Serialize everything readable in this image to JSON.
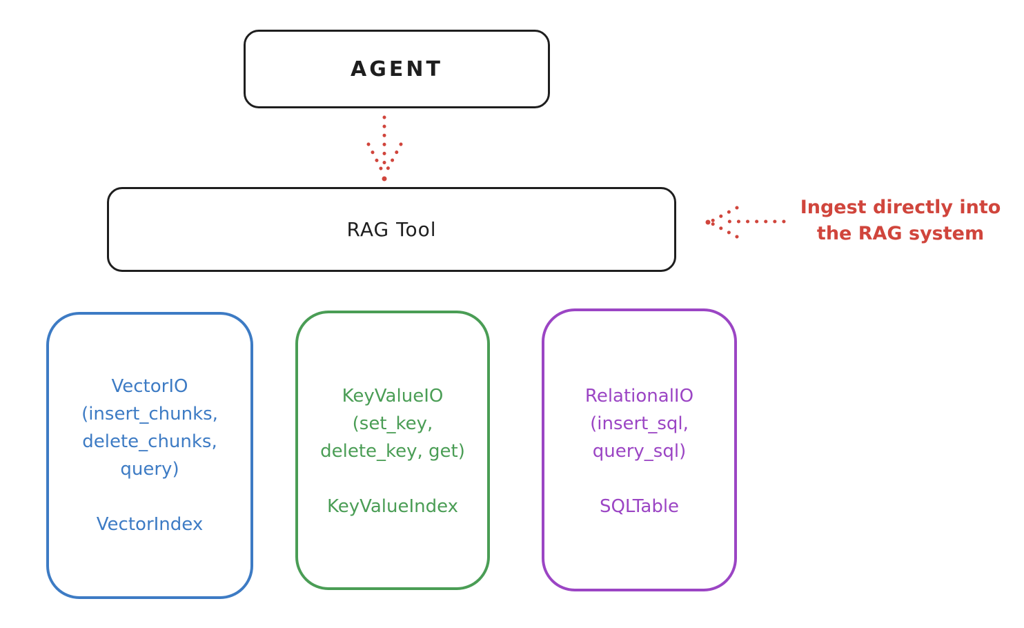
{
  "diagram": {
    "agent": {
      "label": "AGENT"
    },
    "rag_tool": {
      "label": "RAG Tool"
    },
    "annotation": {
      "line1": "Ingest directly into",
      "line2": "the RAG system"
    },
    "backends": [
      {
        "name": "vector",
        "color": "#3d7bc4",
        "lines": [
          "VectorIO",
          "(insert_chunks,",
          "delete_chunks,",
          "query)"
        ],
        "index_label": "VectorIndex"
      },
      {
        "name": "keyvalue",
        "color": "#4a9d55",
        "lines": [
          "KeyValueIO",
          "(set_key,",
          "delete_key, get)"
        ],
        "index_label": "KeyValueIndex"
      },
      {
        "name": "relational",
        "color": "#9b45c4",
        "lines": [
          "RelationalIO",
          "(insert_sql,",
          "query_sql)"
        ],
        "index_label": "SQLTable"
      }
    ],
    "colors": {
      "node_stroke": "#1e1e1e",
      "annotation_red": "#d0453c",
      "vector_blue": "#3d7bc4",
      "keyvalue_green": "#4a9d55",
      "relational_purple": "#9b45c4"
    }
  }
}
